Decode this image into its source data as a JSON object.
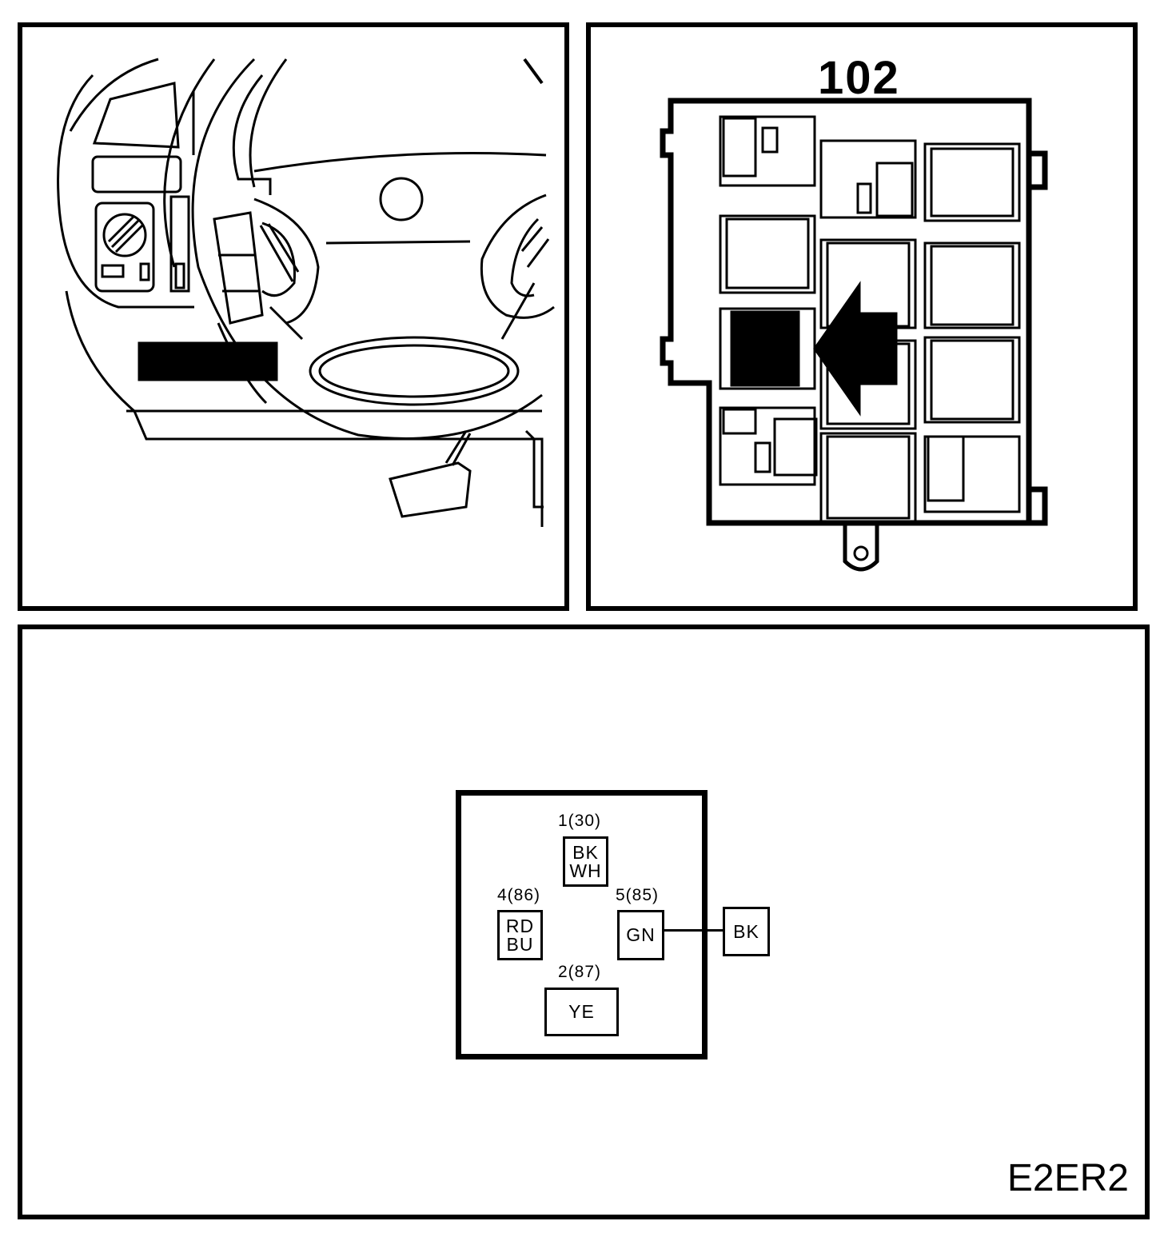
{
  "fusebox": {
    "title": "102"
  },
  "connector": {
    "pins": [
      {
        "number": "1(30)",
        "colors": [
          "BK",
          "WH"
        ]
      },
      {
        "number": "4(86)",
        "colors": [
          "RD",
          "BU"
        ]
      },
      {
        "number": "5(85)",
        "colors": [
          "GN"
        ]
      },
      {
        "number": "2(87)",
        "colors": [
          "YE"
        ]
      }
    ],
    "ground": {
      "color": "BK"
    }
  },
  "diagram_id": "E2ER2",
  "colors": {
    "line": "#000000",
    "background": "#ffffff",
    "highlighted_relay": "#000000"
  }
}
